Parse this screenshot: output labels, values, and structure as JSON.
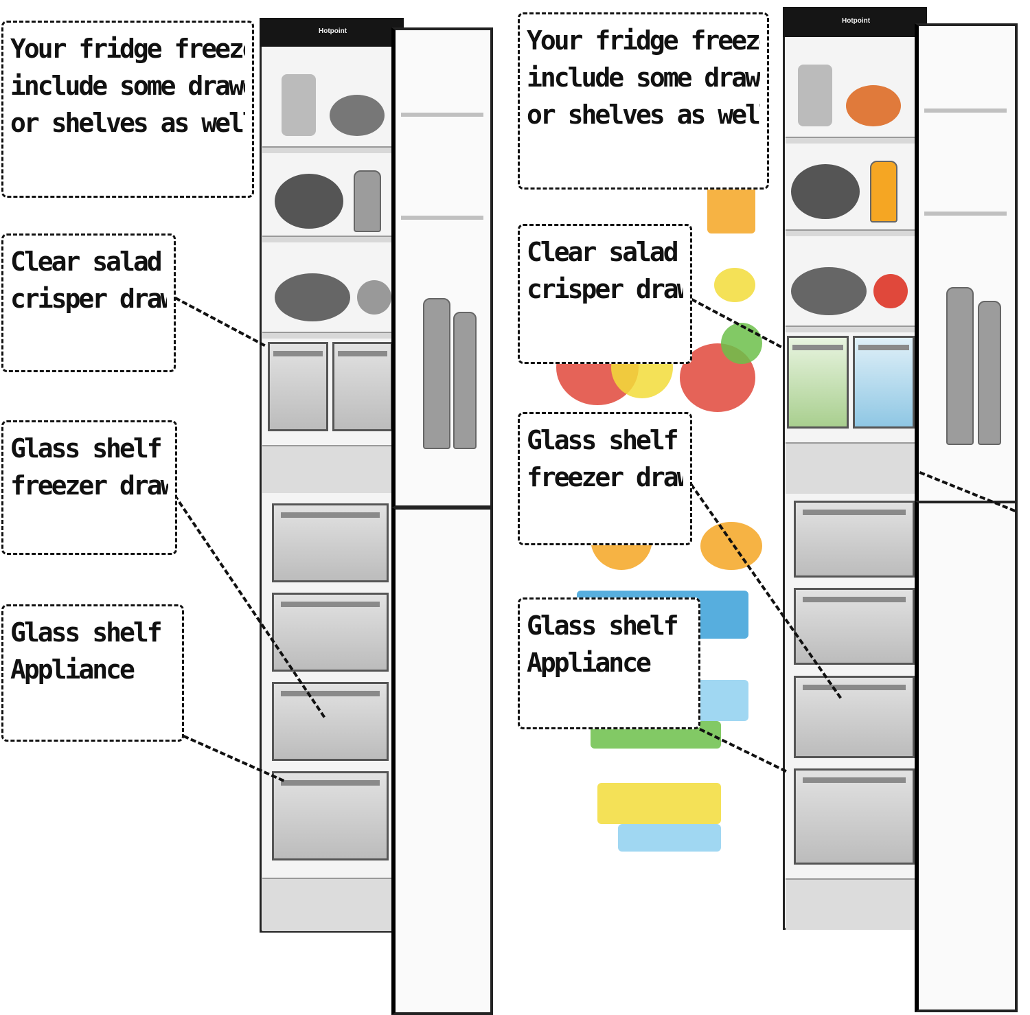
{
  "panels": [
    {
      "id": "left",
      "brand_label": "Hotpoint",
      "callouts": [
        {
          "lines": [
            "Your fridge freezer might",
            "include some drawers, trays",
            "or shelves as well"
          ]
        },
        {
          "lines": [
            "Clear salad fridge",
            "crisper drawer"
          ]
        },
        {
          "lines": [
            "Glass shelf in freezer",
            "freezer drawer"
          ]
        },
        {
          "lines": [
            "Glass shelf tray and",
            "Appliance"
          ]
        }
      ]
    },
    {
      "id": "right",
      "brand_label": "Hotpoint",
      "callouts": [
        {
          "lines": [
            "Your fridge freezer might",
            "include some drawers, trays",
            "or shelves as well"
          ]
        },
        {
          "lines": [
            "Clear salad fridge",
            "crisper drawer"
          ]
        },
        {
          "lines": [
            "Glass shelf in freezer",
            "freezer drawer"
          ]
        },
        {
          "lines": [
            "Glass shelf tray and",
            "Appliance"
          ]
        }
      ]
    }
  ],
  "colors": {
    "ink": "#111111",
    "cabinet": "#f4f4f4",
    "control_strip": "#151515",
    "accent_orange": "#f5a623",
    "accent_yellow": "#f2dc3a",
    "accent_red": "#e0483b",
    "accent_green": "#6cc04a",
    "accent_blue": "#3aa0d8"
  }
}
